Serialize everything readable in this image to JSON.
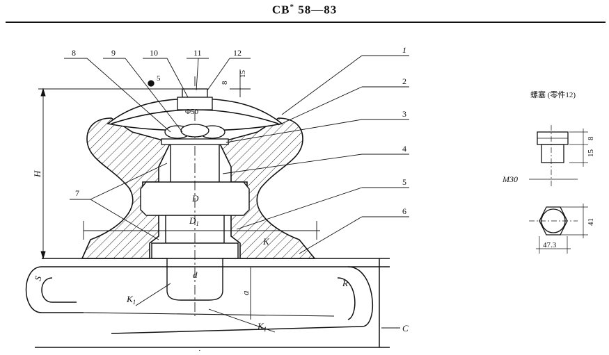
{
  "header": {
    "standard_code": "CB",
    "star": "*",
    "number": "58—83"
  },
  "drawing": {
    "callouts": [
      "1",
      "2",
      "3",
      "4",
      "5",
      "6",
      "7",
      "8",
      "9",
      "10",
      "11",
      "12"
    ],
    "dims": {
      "H": "H",
      "D": "D",
      "D1": "D",
      "D1_sub": "1",
      "d": "d",
      "a": "a",
      "R": "R",
      "S": "S",
      "C": "C",
      "K": "K",
      "K1": "K",
      "K1_sub": "1",
      "phi50": "Φ50",
      "five": "5",
      "eight": "8",
      "fifteen": "15"
    }
  },
  "plug_detail": {
    "title": "螺塞 (零件12)",
    "thread": "M30",
    "dim_8": "8",
    "dim_15": "15",
    "dim_41": "41",
    "dim_47": "47.3"
  },
  "footer_mark": "·"
}
